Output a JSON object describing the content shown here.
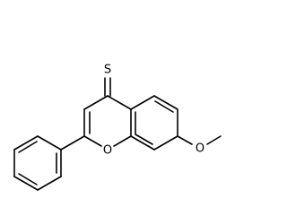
{
  "molecule": {
    "atoms": {
      "thione_sulfur": "S",
      "ring_oxygen": "O",
      "methoxy_oxygen": "O"
    }
  }
}
